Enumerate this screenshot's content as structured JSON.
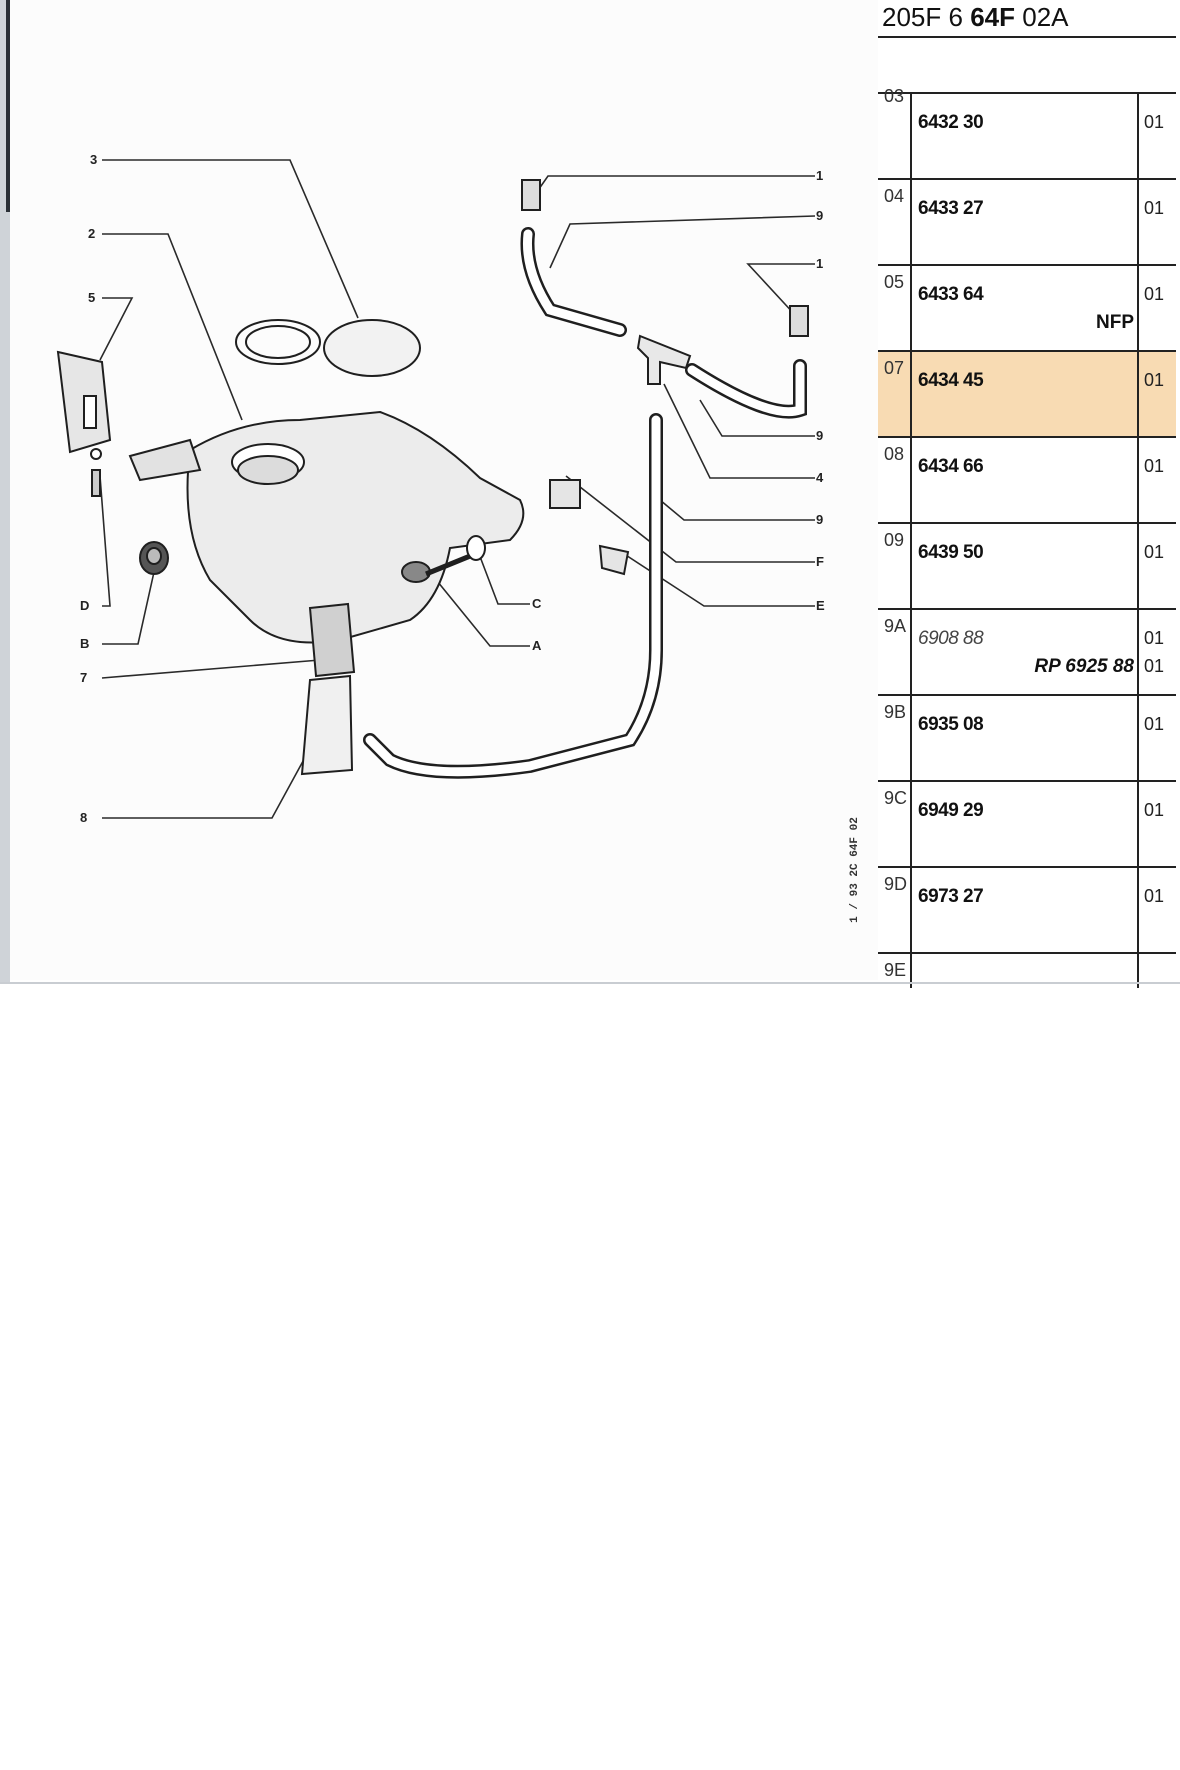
{
  "header": {
    "title_prefix": "205F 6",
    "title_bold": "64F",
    "title_suffix": "02A"
  },
  "diagram": {
    "callouts": {
      "c3": "3",
      "c2": "2",
      "c5": "5",
      "c1a": "1",
      "c9a": "9",
      "c1b": "1",
      "c9b": "9",
      "c4": "4",
      "c9c": "9",
      "cF": "F",
      "cE": "E",
      "cC": "C",
      "cA": "A",
      "cD": "D",
      "cB": "B",
      "c7": "7",
      "c8": "8"
    },
    "vertical_code": "1 / 93  2C 64F 02"
  },
  "parts": {
    "rows": [
      {
        "idx": "03",
        "number": "6432 30",
        "qty": "01",
        "note": "",
        "note_qty": "",
        "italic": false
      },
      {
        "idx": "04",
        "number": "6433 27",
        "qty": "01",
        "note": "",
        "note_qty": "",
        "italic": false
      },
      {
        "idx": "05",
        "number": "6433 64",
        "qty": "01",
        "note": "NFP",
        "note_qty": "",
        "italic": false
      },
      {
        "idx": "07",
        "number": "6434 45",
        "qty": "01",
        "note": "",
        "note_qty": "",
        "italic": false
      },
      {
        "idx": "08",
        "number": "6434 66",
        "qty": "01",
        "note": "",
        "note_qty": "",
        "italic": false
      },
      {
        "idx": "09",
        "number": "6439 50",
        "qty": "01",
        "note": "",
        "note_qty": "",
        "italic": false
      },
      {
        "idx": "9A",
        "number": "6908 88",
        "qty": "01",
        "note": "RP 6925 88",
        "note_qty": "01",
        "italic": true
      },
      {
        "idx": "9B",
        "number": "6935 08",
        "qty": "01",
        "note": "",
        "note_qty": "",
        "italic": false
      },
      {
        "idx": "9C",
        "number": "6949 29",
        "qty": "01",
        "note": "",
        "note_qty": "",
        "italic": false
      },
      {
        "idx": "9D",
        "number": "6973 27",
        "qty": "01",
        "note": "",
        "note_qty": "",
        "italic": false
      },
      {
        "idx": "9E",
        "number": "",
        "qty": "",
        "note": "",
        "note_qty": "",
        "italic": false
      }
    ],
    "highlight_index": 3,
    "highlight_color": "#f8dbb3"
  }
}
